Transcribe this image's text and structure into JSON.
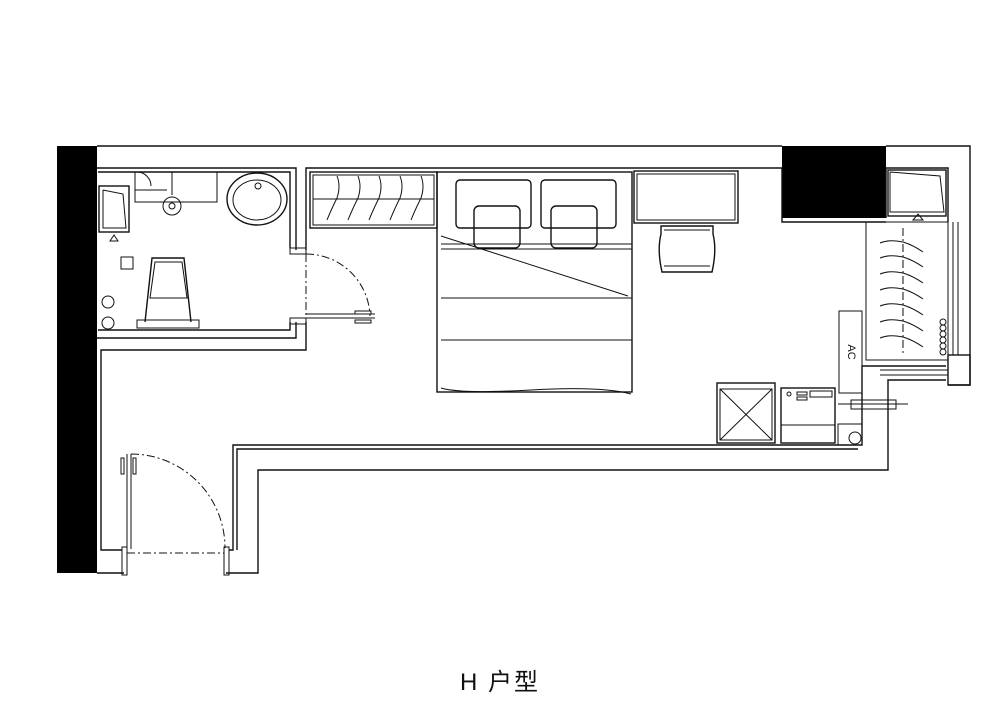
{
  "plan": {
    "title": "H 户型",
    "ac_label": "AC",
    "rooms": [
      "bathroom",
      "bedroom",
      "entry",
      "balcony"
    ],
    "furniture": [
      "toilet",
      "shower",
      "washbasin",
      "wardrobe",
      "double-bed",
      "desk",
      "chair",
      "tv-cabinet",
      "fridge",
      "kitchenette",
      "balcony-wardrobe"
    ]
  },
  "colors": {
    "line": "#111111",
    "wall_fill": "#000000",
    "background": "#ffffff"
  }
}
